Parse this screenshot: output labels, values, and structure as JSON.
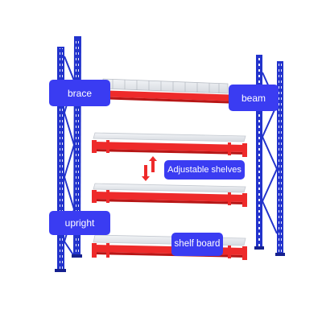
{
  "labels": {
    "brace": "brace",
    "beam": "beam",
    "adjustable_shelves": "Adjustable shelves",
    "upright": "upright",
    "shelf_board": "shelf board"
  },
  "colors": {
    "upright": "#2233cc",
    "upright_dark": "#15208f",
    "beam": "#ee2a2a",
    "beam_dark": "#b81616",
    "shelf": "#e6e9ee",
    "shelf_edge": "#c4c9d0",
    "label_bg": "#3a3cf2",
    "label_text": "#ffffff"
  },
  "icons": {
    "adjust": "up-down-arrows-icon"
  }
}
